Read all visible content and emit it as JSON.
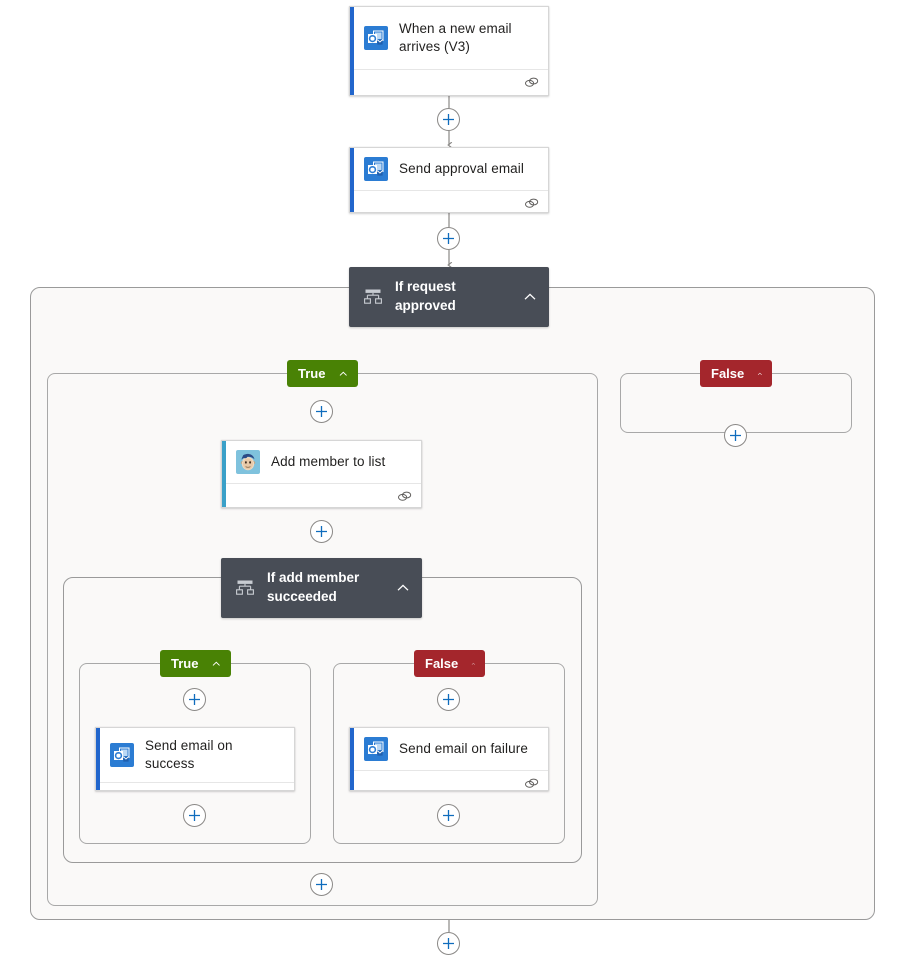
{
  "flow": {
    "title": "Power Automate flow designer canvas",
    "colors": {
      "true_badge": "#498205",
      "false_badge": "#a4262c",
      "condition_node": "#484d56",
      "scope_background": "#faf9f8",
      "card_background": "#ffffff",
      "plus_glyph": "#0f6cbd",
      "outlook_accent": "#2266cc",
      "mailchimp_accent": "#3aa0c8",
      "edge_line": "#8a8886"
    }
  },
  "nodes": {
    "trigger": {
      "title": "When a new email arrives (V3)",
      "icon": "outlook-icon",
      "accent": "#2266cc",
      "footer_icon": "chain-link-icon"
    },
    "send_approval": {
      "title": "Send approval email",
      "icon": "outlook-icon",
      "accent": "#2266cc",
      "footer_icon": "chain-link-icon"
    },
    "condition_outer": {
      "title": "If request approved",
      "icon": "condition-icon",
      "collapse_icon": "chevron-up-icon"
    },
    "add_member": {
      "title": "Add member to list",
      "icon": "mailchimp-icon",
      "accent": "#3aa0c8",
      "footer_icon": "chain-link-icon"
    },
    "condition_inner": {
      "title": "If add member succeeded",
      "icon": "condition-icon",
      "collapse_icon": "chevron-up-icon"
    },
    "send_success": {
      "title": "Send email on success",
      "icon": "outlook-icon",
      "accent": "#2266cc",
      "footer_icon": "chain-link-icon"
    },
    "send_failure": {
      "title": "Send email on failure",
      "icon": "outlook-icon",
      "accent": "#2266cc",
      "footer_icon": "chain-link-icon"
    }
  },
  "branches": {
    "outer_true": {
      "label": "True",
      "collapse_icon": "chevron-up-icon"
    },
    "outer_false": {
      "label": "False",
      "collapse_icon": "chevron-up-icon"
    },
    "inner_true": {
      "label": "True",
      "collapse_icon": "chevron-up-icon"
    },
    "inner_false": {
      "label": "False",
      "collapse_icon": "chevron-up-icon"
    }
  },
  "add_buttons": {
    "after_trigger": "Insert a new step",
    "after_send_approval": "Insert a new step",
    "outer_true_top": "Insert a new step",
    "outer_false_empty": "Insert a new step",
    "after_add_member": "Insert a new step",
    "inner_true_top": "Insert a new step",
    "inner_true_bottom": "Insert a new step",
    "inner_false_top": "Insert a new step",
    "inner_false_bottom": "Insert a new step",
    "outer_true_bottom": "Insert a new step",
    "after_condition_outer": "Insert a new step"
  }
}
